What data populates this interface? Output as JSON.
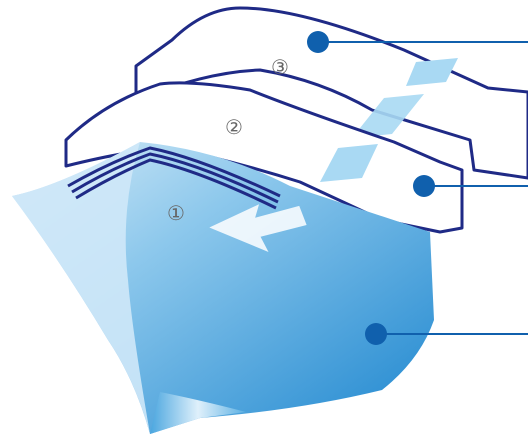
{
  "diagram": {
    "layers": [
      {
        "number": "③",
        "role": "outer-layer"
      },
      {
        "number": "②",
        "role": "middle-layer"
      },
      {
        "number": "①",
        "role": "inner-layer"
      }
    ],
    "colors": {
      "outline": "#1f2a86",
      "marker": "#1060ad",
      "leader_line": "#1060ad",
      "inner_light": "#cfe8f8",
      "inner_mid": "#6fb9e8",
      "inner_dark": "#1d86cf",
      "patch": "#a9d9f3",
      "label_text": "#666666",
      "arrow": "#ffffff"
    },
    "icons": [
      "marker-dot-icon",
      "flow-arrow-icon",
      "nose-wire-icon"
    ]
  }
}
